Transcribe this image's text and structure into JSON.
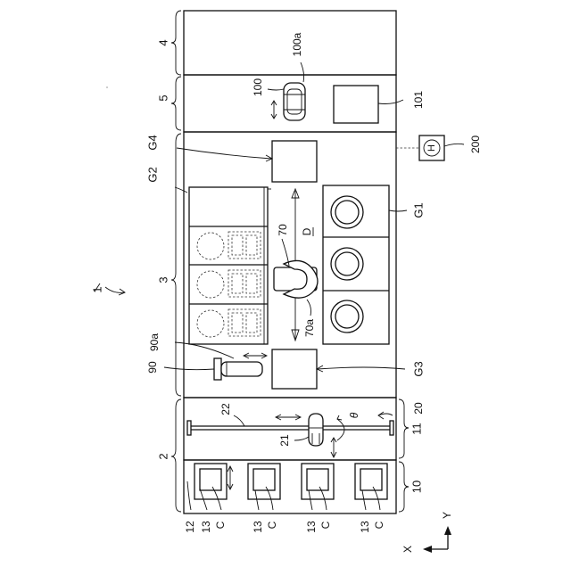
{
  "figure_number": "1",
  "axes": {
    "x": "X",
    "y": "Y"
  },
  "sections": {
    "s4": "4",
    "s5": "5",
    "s3": "3",
    "s2": "2",
    "s10": "10",
    "s11": "11",
    "s12": "12"
  },
  "units": {
    "g1": "G1",
    "g2": "G2",
    "g3": "G3",
    "g4": "G4"
  },
  "transfer": {
    "dir_d": "D",
    "arm_70": "70",
    "arm_70a": "70a",
    "dev_90": "90",
    "dev_90a": "90a",
    "dev_100": "100",
    "dev_100a": "100a",
    "dev_101": "101",
    "dev_200": "200",
    "h_mark": "H",
    "dev_20": "20",
    "dev_21": "21",
    "rail_22": "22",
    "theta": "θ"
  },
  "cassettes": {
    "label_13": "13",
    "label_c": "C"
  }
}
